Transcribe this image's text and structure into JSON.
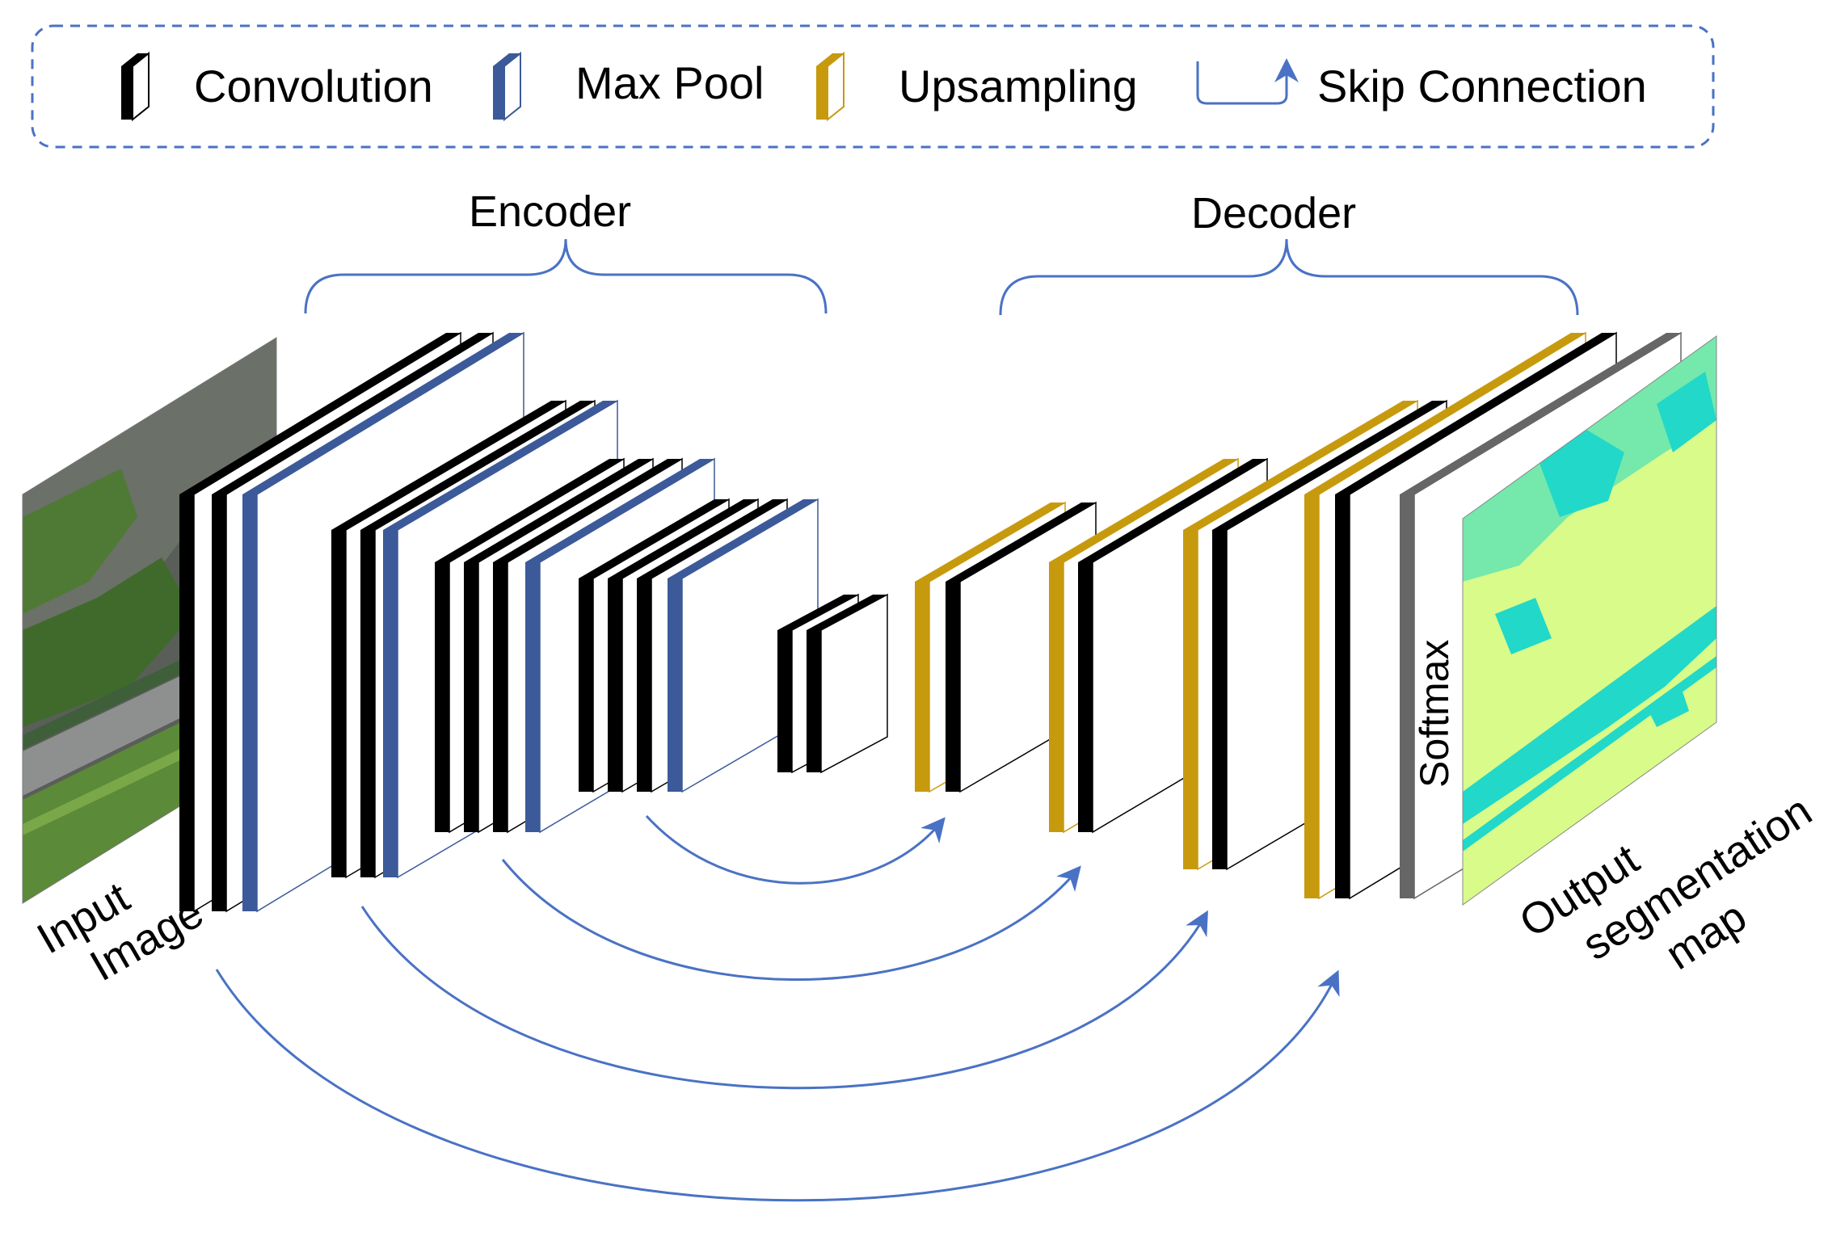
{
  "legend": {
    "convolution": "Convolution",
    "max_pool": "Max Pool",
    "upsampling": "Upsampling",
    "skip_connection": "Skip Connection"
  },
  "groups": {
    "encoder": "Encoder",
    "decoder": "Decoder"
  },
  "input": {
    "line1": "Input",
    "line2": "Image"
  },
  "output": {
    "line1": "Output",
    "line2": "segmentation",
    "line3": "map"
  },
  "softmax": "Softmax",
  "colors": {
    "convolution": "#000000",
    "max_pool": "#3c5a99",
    "upsampling": "#c79a0e",
    "softmax": "#666666",
    "skip_arrow": "#4a72c4",
    "legend_border": "#4a72c4",
    "segmentation_teal": "#22d8c8",
    "segmentation_lime": "#d9fb8a",
    "image_grass": "#4f7a35",
    "image_rock": "#5a5e58",
    "image_road": "#8e9090"
  },
  "icons": {
    "convolution": "black-slab-icon",
    "max_pool": "blue-slab-icon",
    "upsampling": "gold-slab-icon",
    "skip_connection": "skip-arrow-icon"
  }
}
